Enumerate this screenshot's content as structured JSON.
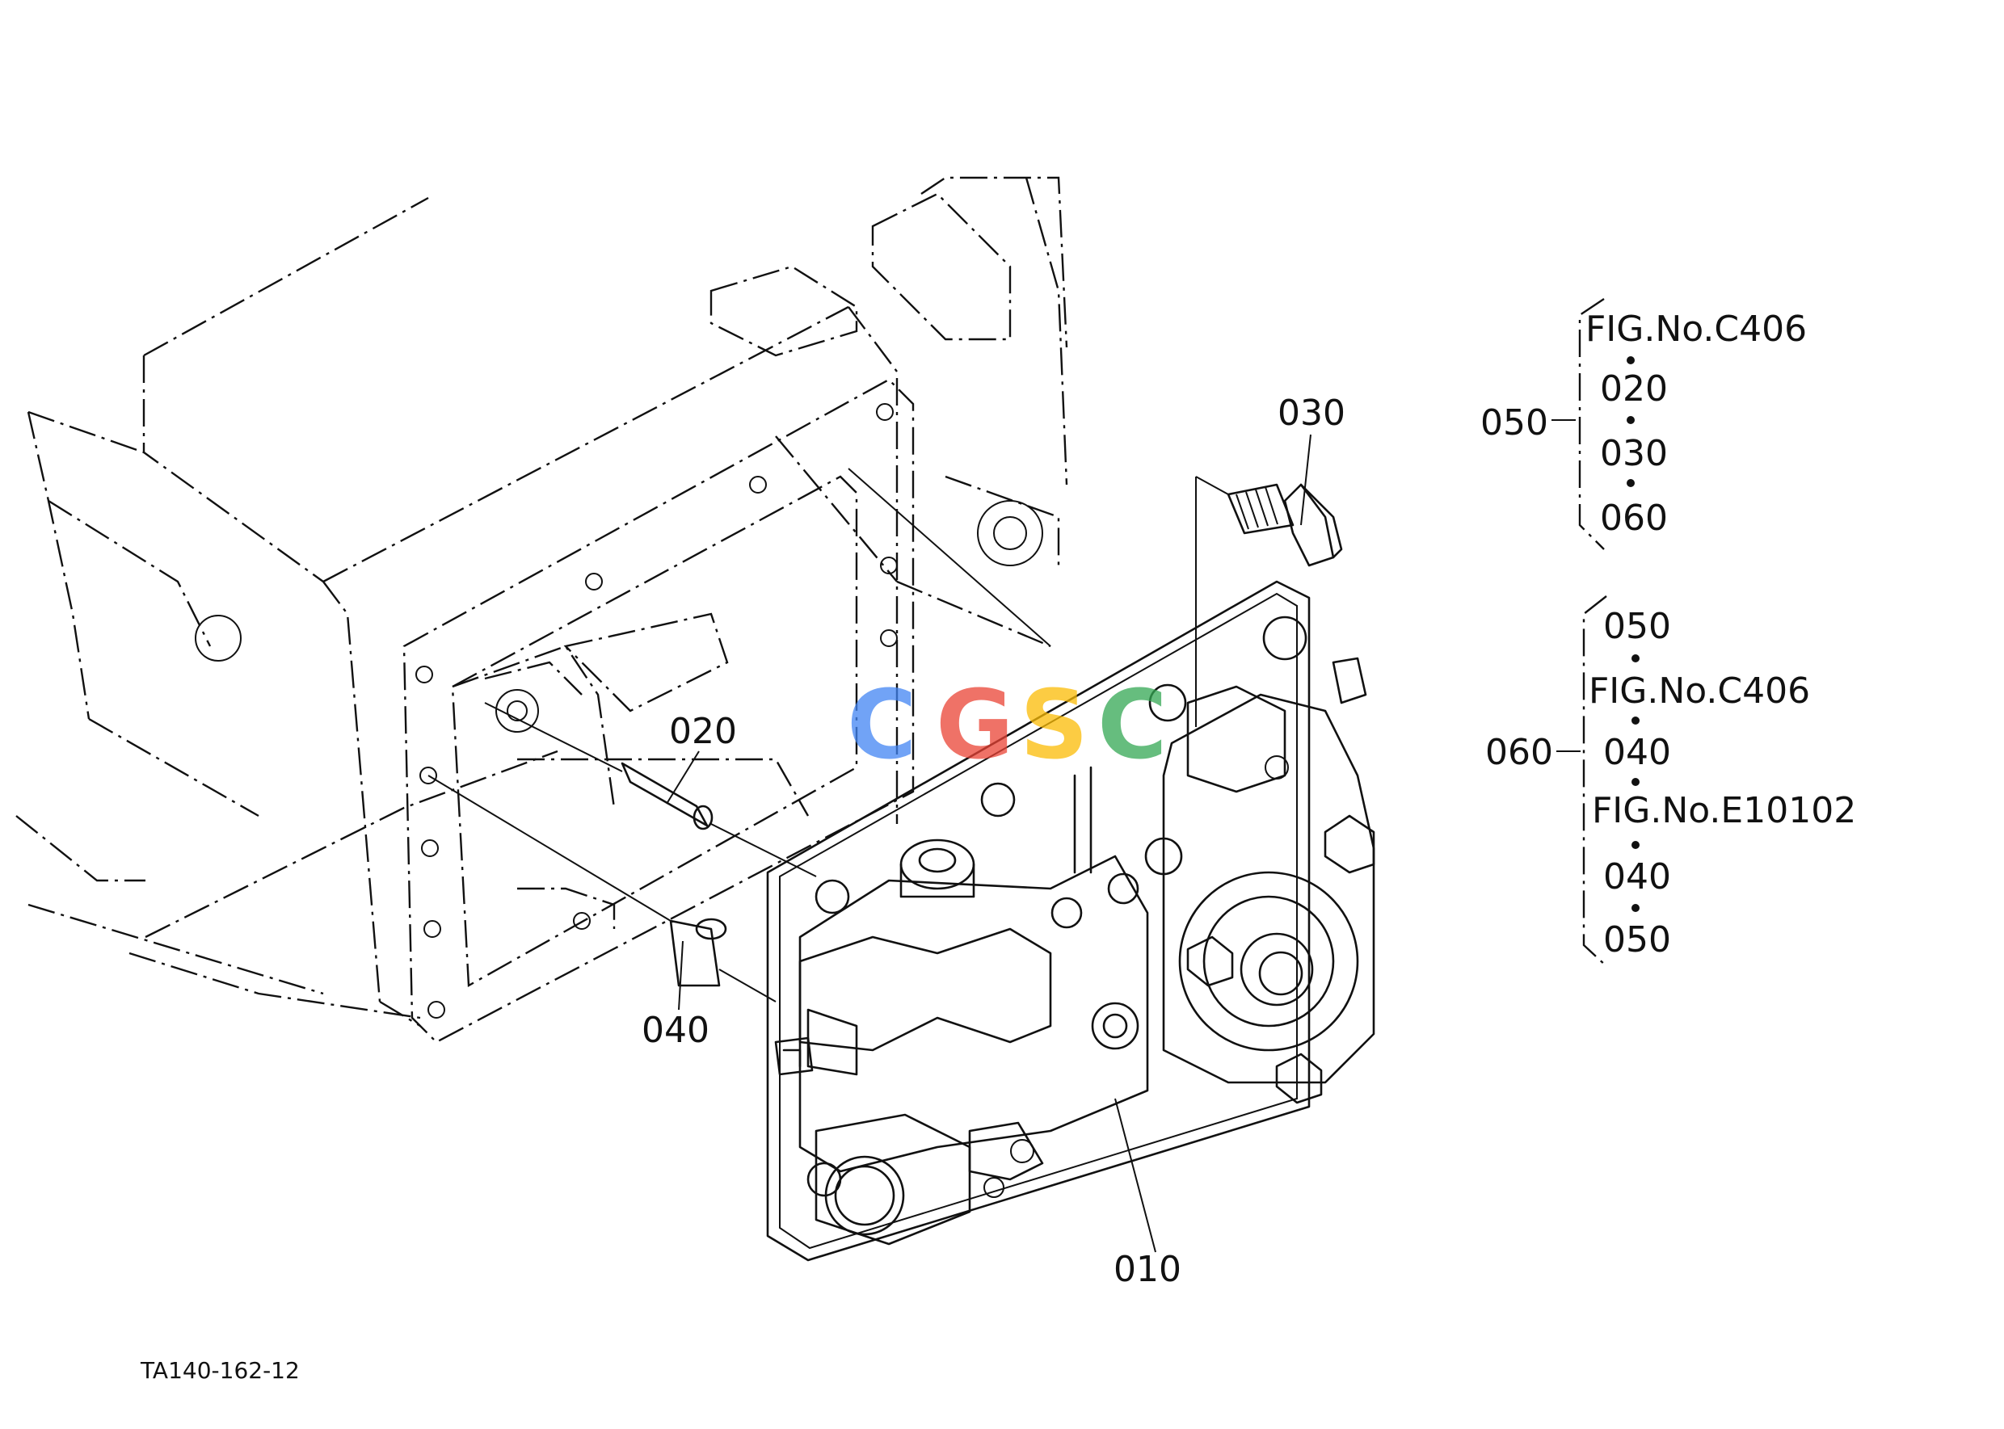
{
  "watermark": {
    "letters": [
      "C",
      "G",
      "S",
      "C"
    ],
    "colors": [
      "#4285F4",
      "#EA4335",
      "#FBBC05",
      "#34A853"
    ]
  },
  "callouts": {
    "p010": "010",
    "p020": "020",
    "p030": "030",
    "p040": "040"
  },
  "sets": [
    {
      "label": "050",
      "items": [
        "FIG.No.C406",
        "020",
        "030",
        "060"
      ]
    },
    {
      "label": "060",
      "items": [
        "050",
        "FIG.No.C406",
        "040",
        "FIG.No.E10102",
        "040",
        "050"
      ]
    }
  ],
  "drawing_code": "TA140-162-12"
}
